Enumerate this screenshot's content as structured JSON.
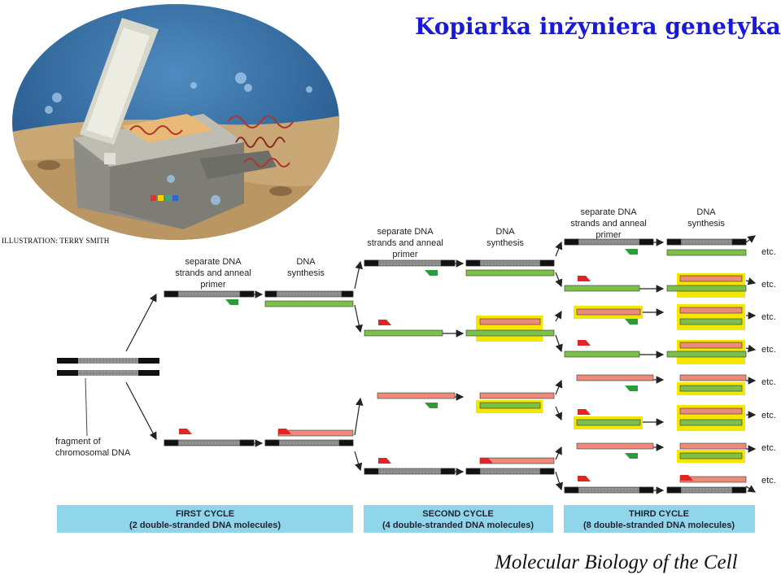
{
  "title": "Kopiarka inżyniera genetyka",
  "illustration_credit": "ILLUSTRATION: TERRY SMITH",
  "footer": "Molecular Biology of the Cell",
  "labels": {
    "separate_1": "separate DNA",
    "separate_2": "strands and anneal",
    "separate_3": "primer",
    "synthesis_1": "DNA",
    "synthesis_2": "synthesis",
    "fragment_1": "fragment of",
    "fragment_2": "chromosomal DNA",
    "etc": "etc."
  },
  "cycles": [
    {
      "name": "FIRST CYCLE",
      "sub": "(2 double-stranded DNA molecules)"
    },
    {
      "name": "SECOND CYCLE",
      "sub": "(4 double-stranded DNA molecules)"
    },
    {
      "name": "THIRD CYCLE",
      "sub": "(8 double-stranded DNA molecules)"
    }
  ],
  "colors": {
    "template": "#8a8a8a",
    "end": "#111111",
    "new_green": "#7cc04a",
    "new_red": "#f08a78",
    "primer_green": "#2f9a3c",
    "primer_red": "#e32424",
    "highlight": "#f5e600",
    "cycle_bar": "#8fd6ea",
    "title": "#1a1ad6"
  }
}
